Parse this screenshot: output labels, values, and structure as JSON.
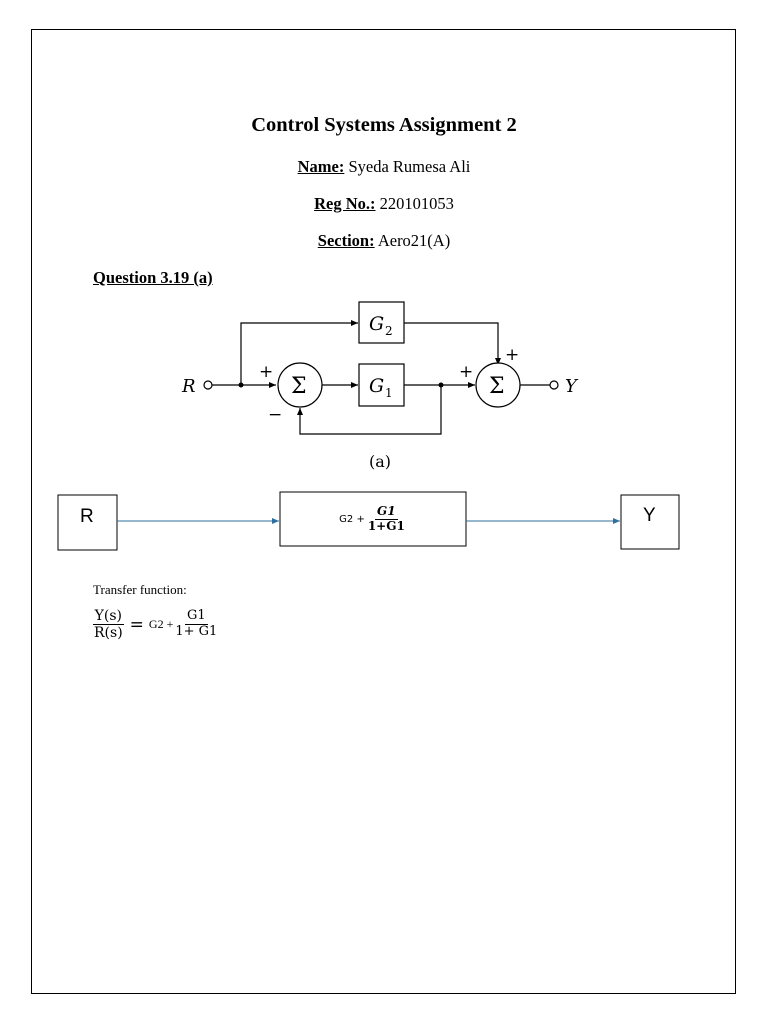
{
  "document": {
    "title": "Control Systems Assignment 2",
    "name_label": "Name:",
    "name_value": " Syeda Rumesa Ali",
    "reg_label": "Reg No.:",
    "reg_value": " 220101053",
    "section_label": "Section:",
    "section_value": " Aero21(A)",
    "question": "Question 3.19 (a)"
  },
  "figure": {
    "input": "R",
    "output": "Y",
    "block_top": "G",
    "block_top_sub": "2",
    "block_mid": "G",
    "block_mid_sub": "1",
    "summer": "Σ",
    "plus": "+",
    "minus": "−",
    "caption": "(a)"
  },
  "reduced": {
    "input": "R",
    "output": "Y",
    "g2": "G2 +",
    "num": "G1",
    "den": "1+G1"
  },
  "transfer": {
    "caption": "Transfer function:",
    "lhs_num": "Y(s)",
    "lhs_den": "R(s)",
    "equals": "=",
    "g2": "G2 +",
    "rhs_num": "G1",
    "rhs_den": "1+ G1"
  },
  "colors": {
    "arrow_blue": "#2e6f9e"
  }
}
